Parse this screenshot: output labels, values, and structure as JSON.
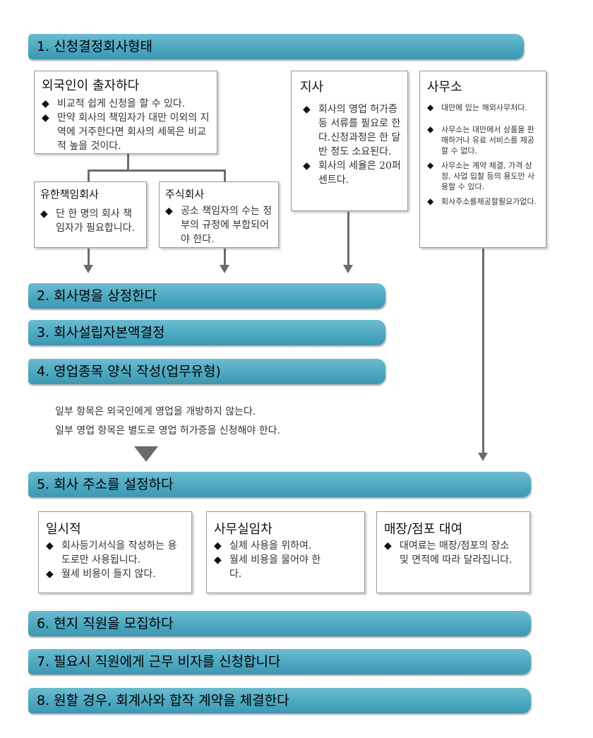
{
  "steps": {
    "s1": "1. 신청결정회사형태",
    "s2": "2. 회사명을 상정한다",
    "s3": "3. 회사설립자본액결정",
    "s4": "4. 영업종목 양식 작성(업무유형)",
    "s5": "5. 회사 주소를 설정하다",
    "s6": "6. 현지 직원을 모집하다",
    "s7": "7. 필요시 직원에게 근무 비자를 신청합니다",
    "s8": "8. 원할 경우, 회계사와 합작 계약을 체결한다"
  },
  "foreign": {
    "title": "외국인이 출자하다",
    "items": [
      "비교적 쉽게 신청을 할 수 있다.",
      "만약 회사의 책임자가 대만 이외의 지역에 거주한다면 회사의 세목은 비교적 높을 것이다."
    ]
  },
  "llc": {
    "title": "유한책임회사",
    "items": [
      "단 한 명의 회사 책임자가 필요합니다."
    ]
  },
  "corp": {
    "title": "주식회사",
    "items": [
      "공소 책임자의 수는 정부의 규정에 부합되어야 한다."
    ]
  },
  "branch": {
    "title": "지사",
    "items": [
      "회사의 영업 허가증 등 서류를 필요로 한다.신청과정은 한 달 반 정도 소요된다.",
      "회사의 세율은 20퍼센트다."
    ]
  },
  "office": {
    "title": "사무소",
    "items": [
      "대만에 있는 해외사무처다.",
      "사무소는 대만에서 상품을 판매하거나 유료 서비스를 제공할 수 없다.",
      "사무소는 계약 체결, 가격 상정, 사업 입찰 등의 용도만 사용할 수 있다.",
      "회사주소를제공할필요가없다."
    ]
  },
  "notes": [
    "일부 항목은 외국인에게 영업을 개방하지 않는다.",
    "일부 영업 항목은 별도로 영업 허가증을 신청해야 한다."
  ],
  "temp": {
    "title": "일시적",
    "items": [
      "회사등기서식을 작성하는 용도로만 사용됩니다.",
      "월세 비용이 들지 않다."
    ]
  },
  "lease": {
    "title": "사무실임차",
    "items": [
      "실제 사용을 위하여.",
      "월세 비용을 물어야 한다."
    ]
  },
  "store": {
    "title": "매장/점포 대여",
    "items": [
      "대여료는 매장/점포의 장소 및 면적에 따라 달라집니다."
    ]
  }
}
